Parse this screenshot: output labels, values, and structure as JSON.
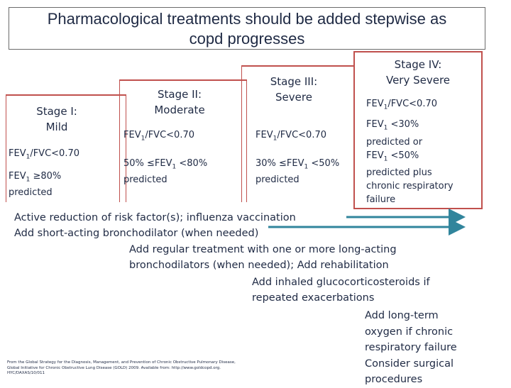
{
  "title": {
    "line1": "Pharmacological treatments should be added stepwise as",
    "line2": "copd progresses"
  },
  "stages": {
    "s1": {
      "name1": "Stage I:",
      "name2": "Mild",
      "c1_pre": "FEV",
      "c1_sub": "1",
      "c1_post": "/FVC<0.70",
      "c2_pre": "FEV",
      "c2_sub": "1",
      "c2_post": " ≥80%",
      "c2_line2": "predicted"
    },
    "s2": {
      "name1": "Stage II:",
      "name2": "Moderate",
      "c1_pre": "FEV",
      "c1_sub": "1",
      "c1_post": "/FVC<0.70",
      "c2_pre": "50% ≤FEV",
      "c2_sub": "1",
      "c2_post": " <80%",
      "c2_line2": "predicted"
    },
    "s3": {
      "name1": "Stage III:",
      "name2": "Severe",
      "c1_pre": "FEV",
      "c1_sub": "1",
      "c1_post": "/FVC<0.70",
      "c2_pre": "30% ≤FEV",
      "c2_sub": "1",
      "c2_post": " <50%",
      "c2_line2": "predicted"
    },
    "s4": {
      "name1": "Stage IV:",
      "name2": "Very Severe",
      "c1_pre": "FEV",
      "c1_sub": "1",
      "c1_post": "/FVC<0.70",
      "d1_pre": "FEV",
      "d1_sub": "1",
      "d1_post": " <30%",
      "d2": "predicted or",
      "d3_pre": "FEV",
      "d3_sub": "1",
      "d3_post": " <50%",
      "d4": "predicted plus",
      "d5": "chronic respiratory",
      "d6": "failure"
    }
  },
  "treatments": {
    "t1": "Active reduction of risk factor(s); influenza vaccination",
    "t2": "Add short-acting bronchodilator (when needed)",
    "t3a": "Add regular treatment with one or more long-acting",
    "t3b": "bronchodilators (when needed); Add rehabilitation",
    "t4a": "Add inhaled glucocorticosteroids if",
    "t4b": "repeated exacerbations",
    "t5a": "Add long-term",
    "t5b": "oxygen if chronic",
    "t5c": "respiratory failure",
    "t5d": "Consider surgical",
    "t5e": "procedures"
  },
  "citation": {
    "line1": "From the Global Strategy for the Diagnosis, Management, and Prevention of Chronic Obstructive Pulmonary Disease,",
    "line2": "Global Initiative for Chronic Obstructive Lung Disease (GOLD) 2009. Available from: http://www.goldcopd.org.",
    "line3": "HYC/DAXAS/10/011"
  },
  "colors": {
    "stage_border": "#c0504d",
    "arrow": "#31859c",
    "text": "#1f2a44"
  }
}
